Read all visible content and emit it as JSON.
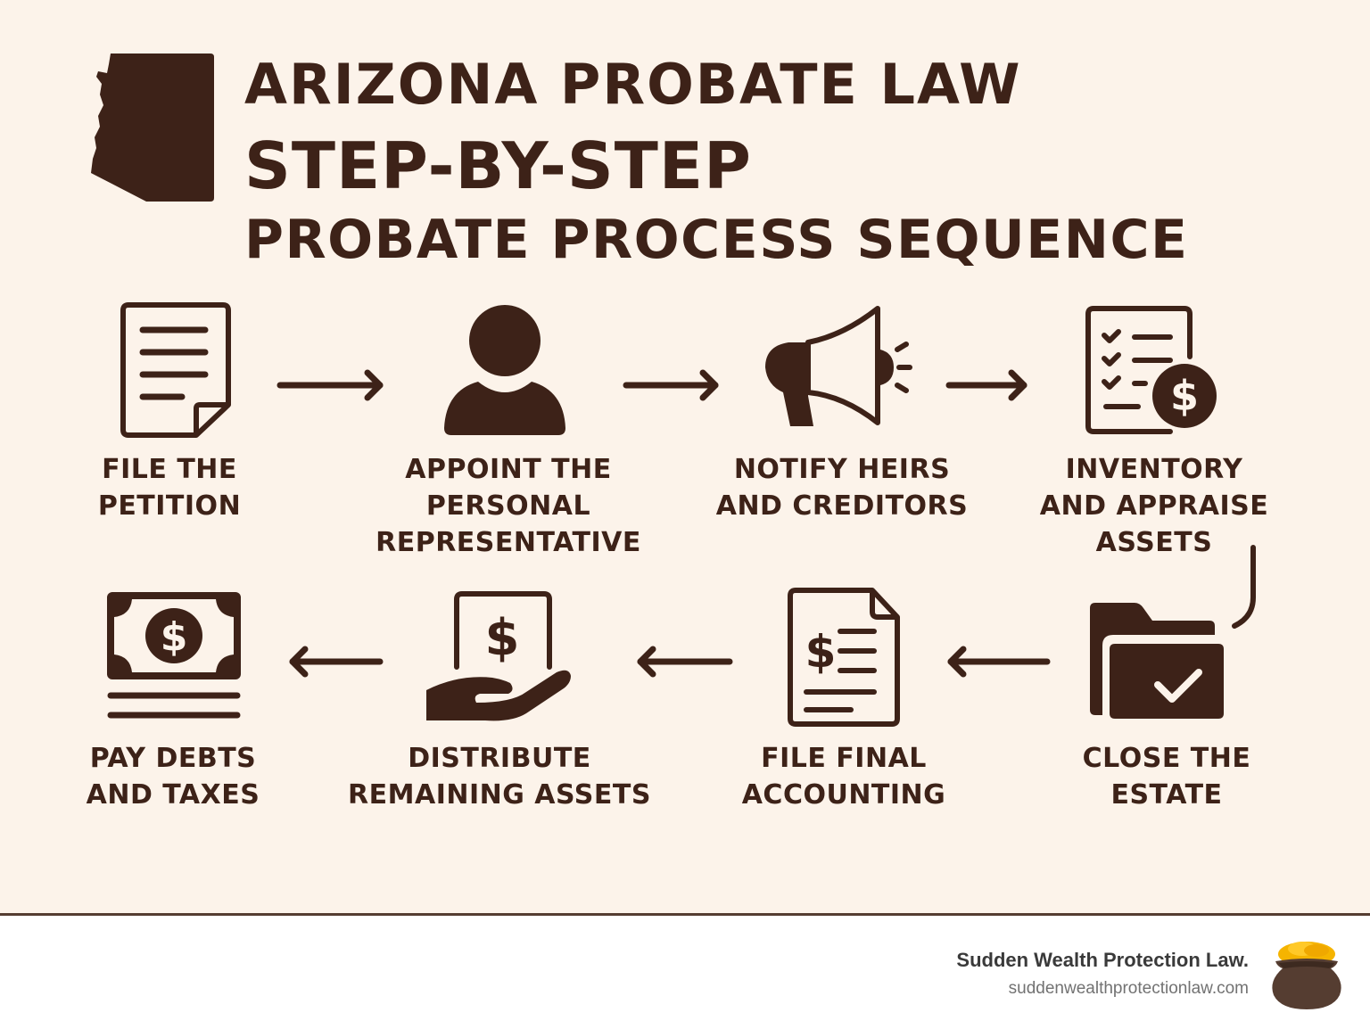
{
  "header": {
    "title_line1": "ARIZONA PROBATE LAW",
    "title_line2": "STEP-BY-STEP",
    "title_line3": "PROBATE PROCESS SEQUENCE",
    "state_icon": "arizona-map-icon"
  },
  "colors": {
    "background": "#fcf3ea",
    "ink": "#3d2218",
    "divider": "#553d31",
    "footer_name": "#3a3a3a",
    "footer_url": "#727272",
    "gold": "#f5b400"
  },
  "steps": [
    {
      "order": 1,
      "icon": "document-icon",
      "lines": [
        "FILE THE",
        "PETITION"
      ]
    },
    {
      "order": 2,
      "icon": "person-icon",
      "lines": [
        "APPOINT THE",
        "PERSONAL",
        "REPRESENTATIVE"
      ]
    },
    {
      "order": 3,
      "icon": "megaphone-icon",
      "lines": [
        "NOTIFY HEIRS",
        "AND CREDITORS"
      ]
    },
    {
      "order": 4,
      "icon": "checklist-dollar-icon",
      "lines": [
        "INVENTORY",
        "AND APPRAISE",
        "ASSETS"
      ]
    },
    {
      "order": 5,
      "icon": "folder-check-icon",
      "lines": [
        "CLOSE THE",
        "ESTATE"
      ]
    },
    {
      "order": 6,
      "icon": "invoice-dollar-icon",
      "lines": [
        "FILE FINAL",
        "ACCOUNTING"
      ]
    },
    {
      "order": 7,
      "icon": "hand-dollar-icon",
      "lines": [
        "DISTRIBUTE",
        "REMAINING ASSETS"
      ]
    },
    {
      "order": 8,
      "icon": "banknote-icon",
      "lines": [
        "PAY DEBTS",
        "AND TAXES"
      ]
    }
  ],
  "flow": {
    "row1_direction": "right",
    "row2_direction": "left",
    "connector": "curved line from step 4 down to step 5"
  },
  "footer": {
    "brand_name": "Sudden Wealth Protection Law.",
    "url": "suddenwealthprotectionlaw.com",
    "logo_icon": "pot-of-gold-icon"
  }
}
